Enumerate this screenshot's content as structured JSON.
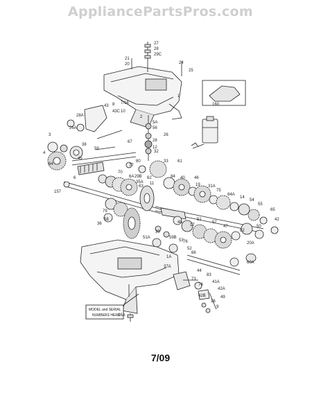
{
  "watermark": "AppliancePartsPros.com",
  "page_date": "7/09",
  "model_note": {
    "line1": "MODEL and SERIAL",
    "line2": "NUMBERS HERE"
  },
  "part_labels": [
    "27",
    "28",
    "29C",
    "21",
    "20",
    "25",
    "24",
    "1",
    "160",
    "43",
    "8",
    "43C",
    "7/16",
    "10",
    "28A",
    "2",
    "5A",
    "56",
    "26",
    "26A",
    "28",
    "12",
    "32",
    "3",
    "4",
    "38",
    "59",
    "67",
    "45",
    "77",
    "80",
    "33",
    "61",
    "64",
    "6",
    "157",
    "70",
    "6A",
    "29B",
    "35A",
    "63",
    "62",
    "11",
    "84",
    "40",
    "46",
    "19",
    "31A",
    "75",
    "84A",
    "14",
    "54",
    "55",
    "65",
    "42",
    "82",
    "50",
    "20A",
    "51",
    "57",
    "47",
    "48",
    "17",
    "59B",
    "53",
    "52",
    "66",
    "39",
    "79",
    "58",
    "36",
    "51A",
    "76",
    "1A",
    "60A",
    "44",
    "73",
    "74",
    "83",
    "41A",
    "42A",
    "42B",
    "16",
    "49",
    "9",
    "36A",
    "37A"
  ]
}
